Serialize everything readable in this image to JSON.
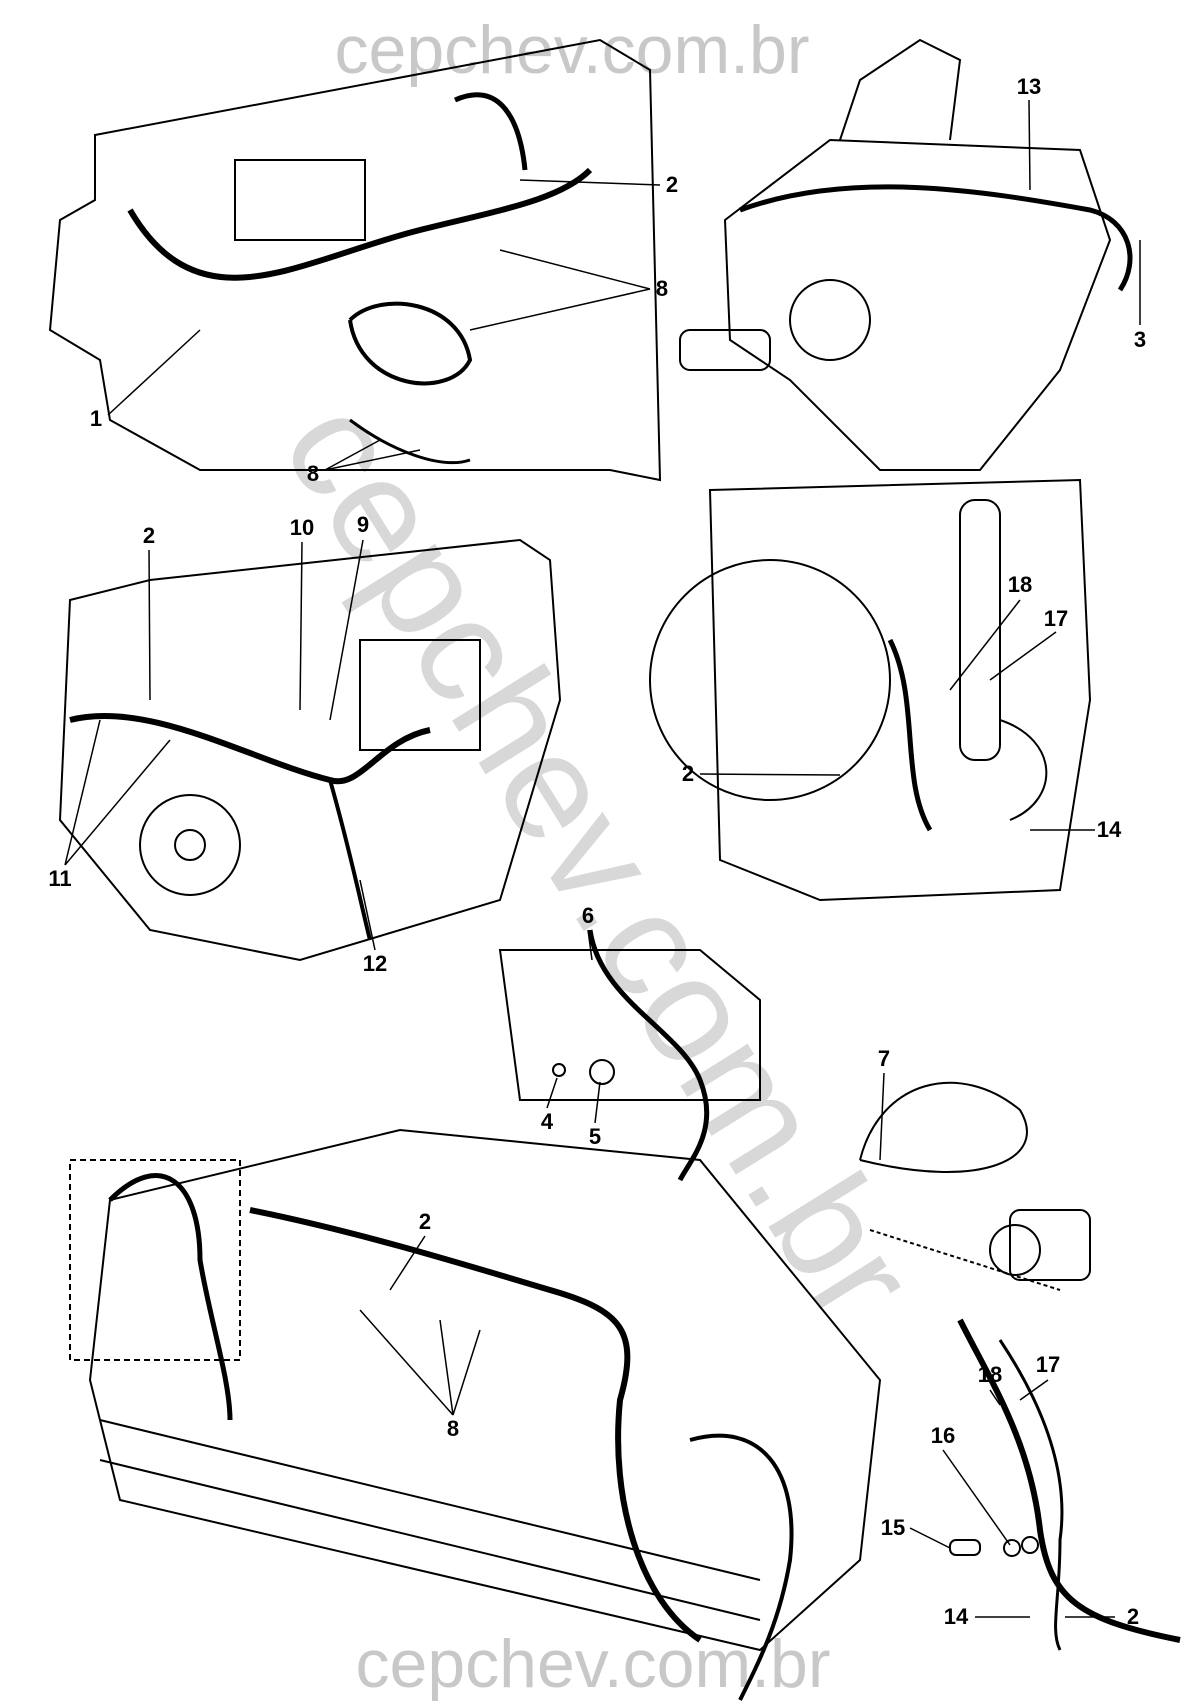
{
  "watermark": {
    "top": "cepchev.com.br",
    "bottom": "cepchev.com.br",
    "diagonal": "cepchev.com.br"
  },
  "callouts": [
    {
      "id": "c1",
      "text": "2"
    },
    {
      "id": "c2",
      "text": "8"
    },
    {
      "id": "c3",
      "text": "1"
    },
    {
      "id": "c4",
      "text": "8"
    },
    {
      "id": "c5",
      "text": "13"
    },
    {
      "id": "c6",
      "text": "3"
    },
    {
      "id": "c7",
      "text": "2"
    },
    {
      "id": "c8",
      "text": "10"
    },
    {
      "id": "c9",
      "text": "9"
    },
    {
      "id": "c10",
      "text": "11"
    },
    {
      "id": "c11",
      "text": "12"
    },
    {
      "id": "c12",
      "text": "18"
    },
    {
      "id": "c13",
      "text": "17"
    },
    {
      "id": "c14",
      "text": "2"
    },
    {
      "id": "c15",
      "text": "14"
    },
    {
      "id": "c16",
      "text": "6"
    },
    {
      "id": "c17",
      "text": "7"
    },
    {
      "id": "c18",
      "text": "4"
    },
    {
      "id": "c19",
      "text": "5"
    },
    {
      "id": "c20",
      "text": "2"
    },
    {
      "id": "c21",
      "text": "8"
    },
    {
      "id": "c22",
      "text": "18"
    },
    {
      "id": "c23",
      "text": "17"
    },
    {
      "id": "c24",
      "text": "16"
    },
    {
      "id": "c25",
      "text": "15"
    },
    {
      "id": "c26",
      "text": "14"
    },
    {
      "id": "c27",
      "text": "2"
    }
  ]
}
